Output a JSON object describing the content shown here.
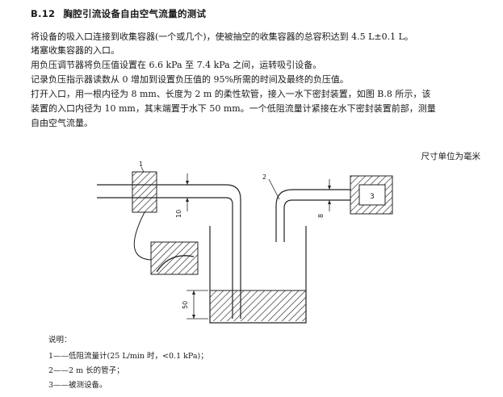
{
  "section": {
    "number": "B.12",
    "title": "胸腔引流设备自由空气流量的测试"
  },
  "paragraphs": [
    "将设备的吸入口连接到收集容器(一个或几个)，使被抽空的收集容器的总容积达到 4.5 L±0.1 L。",
    "堵塞收集容器的入口。",
    "用负压调节器将负压值设置在 6.6 kPa 至 7.4 kPa 之间，运转吸引设备。",
    "记录负压指示器读数从 0 增加到设置负压值的 95%所需的时间及最终的负压值。",
    "打开入口，用一根内径为 8 mm、长度为 2 m 的柔性软管，接入一水下密封装置，如图 B.8 所示，该",
    "装置的入口内径为 10 mm，其末端置于水下 50 mm。一个低阻流量计紧接在水下密封装置前部，测量",
    "自由空气流量。"
  ],
  "unit_note": "尺寸单位为毫米",
  "figure": {
    "callouts": {
      "c1": "1",
      "c2": "2",
      "c3": "3"
    },
    "dims": {
      "d10": "10",
      "d8": "8",
      "d50": "50"
    }
  },
  "legend": {
    "title": "说明：",
    "items": [
      "1——低阻流量计(25 L/min 时，<0.1 kPa)；",
      "2——2 m 长的管子；",
      "3——被测设备。"
    ]
  }
}
